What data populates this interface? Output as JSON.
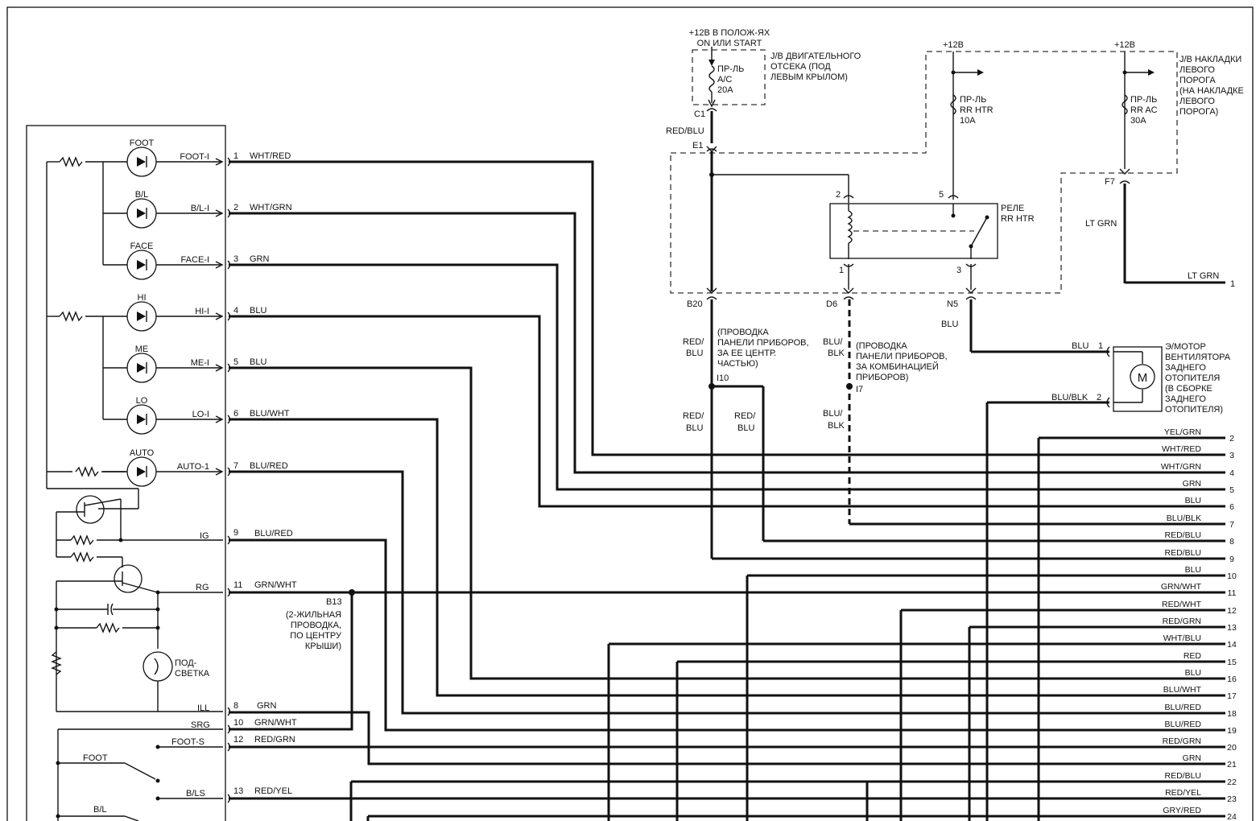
{
  "domain": "Diagram",
  "fuse_ignition": {
    "supply": [
      "+12В В ПОЛОЖ-ЯХ",
      "ON ИЛИ START"
    ],
    "name": "ПР-ЛЬ",
    "rating_name": "A/C",
    "rating": "20A",
    "jb": [
      "J/B ДВИГАТЕЛЬНОГО",
      "ОТСЕКА (ПОД",
      "ЛЕВЫМ КРЫЛОМ)"
    ],
    "conn_c1": "C1",
    "wire": "RED/BLU",
    "conn_e1": "E1"
  },
  "fuse_rr_htr": {
    "supply": "+12В",
    "name": "ПР-ЛЬ",
    "sub": "RR HTR",
    "rating": "10A"
  },
  "fuse_rr_ac": {
    "supply": "+12В",
    "name": "ПР-ЛЬ",
    "sub": "RR AC",
    "rating": "30A"
  },
  "jb_sill": [
    "J/B НАКЛАДКИ",
    "ЛЕВОГО",
    "ПОРОГА",
    "(НА НАКЛАДКЕ",
    "ЛЕВОГО",
    "ПОРОГА)"
  ],
  "relay": {
    "label": "РЕЛЕ",
    "sub": "RR HTR",
    "pins": [
      "2",
      "5",
      "1",
      "3"
    ]
  },
  "connectors": {
    "f7": "F7",
    "b20": "B20",
    "d6": "D6",
    "n5": "N5",
    "i10": "I10",
    "i7": "I7",
    "b13": "B13"
  },
  "wiring": {
    "lt_grn_1": "LT GRN",
    "lt_grn_2": "LT GRN",
    "lt_grn_pin": "1",
    "b20_wire": [
      "RED/",
      "BLU"
    ],
    "b20_note": [
      "(ПРОВОДКА",
      "ПАНЕЛИ ПРИБОРОВ,",
      "ЗА ЕЕ ЦЕНТР.",
      "ЧАСТЬЮ)"
    ],
    "d6_wire": [
      "BLU/",
      "BLK"
    ],
    "d6_note": [
      "(ПРОВОДКА",
      "ПАНЕЛИ ПРИБОРОВ,",
      "ЗА КОМБИНАЦИЕЙ",
      "ПРИБОРОВ)"
    ],
    "n5_wire": "BLU",
    "split_a": [
      "RED/",
      "BLU"
    ],
    "split_b": [
      "RED/",
      "BLU"
    ],
    "split_c": [
      "BLU/",
      "BLK"
    ],
    "b13_note": [
      "(2-ЖИЛЬНАЯ",
      "ПРОВОДКА,",
      "ПО ЦЕНТРУ",
      "КРЫШИ)"
    ]
  },
  "motor": {
    "symbol": "M",
    "pin1": "1",
    "pin1_wire": "BLU",
    "pin2": "2",
    "pin2_wire": "BLU/BLK",
    "label": [
      "Э/МОТОР",
      "ВЕНТИЛЯТОРА",
      "ЗАДНЕГО",
      "ОТОПИТЕЛЯ",
      "(В СБОРКЕ",
      "ЗАДНЕГО",
      "ОТОПИТЕЛЯ)"
    ]
  },
  "panel": {
    "indicators": [
      {
        "name": "FOOT",
        "out": "FOOT-I",
        "pin": "1",
        "wire": "WHT/RED"
      },
      {
        "name": "B/L",
        "out": "B/L-I",
        "pin": "2",
        "wire": "WHT/GRN"
      },
      {
        "name": "FACE",
        "out": "FACE-I",
        "pin": "3",
        "wire": "GRN"
      },
      {
        "name": "HI",
        "out": "HI-I",
        "pin": "4",
        "wire": "BLU"
      },
      {
        "name": "ME",
        "out": "ME-I",
        "pin": "5",
        "wire": "BLU"
      },
      {
        "name": "LO",
        "out": "LO-I",
        "pin": "6",
        "wire": "BLU/WHT"
      },
      {
        "name": "AUTO",
        "out": "AUTO-1",
        "pin": "7",
        "wire": "BLU/RED"
      }
    ],
    "ig": {
      "name": "IG",
      "pin": "9",
      "wire": "BLU/RED"
    },
    "rg": {
      "name": "RG",
      "pin": "11",
      "wire": "GRN/WHT"
    },
    "backlight": [
      "ПОД-",
      "СВЕТКА"
    ],
    "ill": {
      "name": "ILL",
      "pin": "8",
      "wire": "GRN"
    },
    "srg": {
      "name": "SRG",
      "pin": "10",
      "wire": "GRN/WHT"
    },
    "foot_s": {
      "name": "FOOT-S",
      "pin": "12",
      "wire": "RED/GRN"
    },
    "bls": {
      "name": "B/LS",
      "pin": "13",
      "wire": "RED/YEL"
    },
    "switch_foot": "FOOT",
    "switch_bl": "B/L"
  },
  "right_connector": [
    {
      "wire": "YEL/GRN",
      "pin": "2"
    },
    {
      "wire": "WHT/RED",
      "pin": "3"
    },
    {
      "wire": "WHT/GRN",
      "pin": "4"
    },
    {
      "wire": "GRN",
      "pin": "5"
    },
    {
      "wire": "BLU",
      "pin": "6"
    },
    {
      "wire": "BLU/BLK",
      "pin": "7"
    },
    {
      "wire": "RED/BLU",
      "pin": "8"
    },
    {
      "wire": "RED/BLU",
      "pin": "9"
    },
    {
      "wire": "BLU",
      "pin": "10"
    },
    {
      "wire": "GRN/WHT",
      "pin": "11"
    },
    {
      "wire": "RED/WHT",
      "pin": "12"
    },
    {
      "wire": "RED/GRN",
      "pin": "13"
    },
    {
      "wire": "WHT/BLU",
      "pin": "14"
    },
    {
      "wire": "RED",
      "pin": "15"
    },
    {
      "wire": "BLU",
      "pin": "16"
    },
    {
      "wire": "BLU/WHT",
      "pin": "17"
    },
    {
      "wire": "BLU/RED",
      "pin": "18"
    },
    {
      "wire": "BLU/RED",
      "pin": "19"
    },
    {
      "wire": "RED/GRN",
      "pin": "20"
    },
    {
      "wire": "GRN",
      "pin": "21"
    },
    {
      "wire": "RED/BLU",
      "pin": "22"
    },
    {
      "wire": "RED/YEL",
      "pin": "23"
    },
    {
      "wire": "GRY/RED",
      "pin": "24"
    }
  ]
}
